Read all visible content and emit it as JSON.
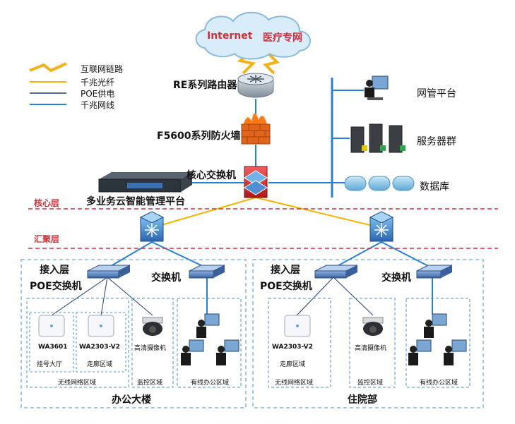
{
  "cloud": {
    "internet": "Internet",
    "medical": "医疗专网"
  },
  "legend": {
    "internet_link": "互联网链路",
    "fiber": "千兆光纤",
    "poe": "POE供电",
    "ethernet": "千兆网线",
    "colors": {
      "internet_link": "#f3b21a",
      "fiber": "#f4b400",
      "poe": "#1f3d7a",
      "ethernet": "#2a7fd1"
    }
  },
  "core": {
    "router": "RE系列路由器",
    "firewall": "F5600系列防火墙",
    "core_switch": "核心交换机",
    "platform": "多业务云智能管理平台",
    "nms": "网管平台",
    "servers": "服务器群",
    "database": "数据库"
  },
  "layers": {
    "core": "核心层",
    "aggregation": "汇聚层"
  },
  "office": {
    "access_layer": "接入层",
    "poe_switch": "POE交换机",
    "switch": "交换机",
    "ap1_model": "WA3601",
    "ap1_area": "挂号大厅",
    "ap2_model": "WA2303-V2",
    "ap2_area": "走廊区域",
    "camera": "高清摄像机",
    "monitor_area": "监控区域",
    "wireless_area": "无线网络区域",
    "wired_office": "有线办公区域",
    "building": "办公大楼"
  },
  "inpatient": {
    "access_layer": "接入层",
    "poe_switch": "POE交换机",
    "switch": "交换机",
    "ap_model": "WA2303-V2",
    "ap_area": "走廊区域",
    "camera": "高清摄像机",
    "monitor_area": "监控区域",
    "wireless_area": "无线网络区域",
    "wired_office": "有线办公区域",
    "building": "住院部"
  }
}
